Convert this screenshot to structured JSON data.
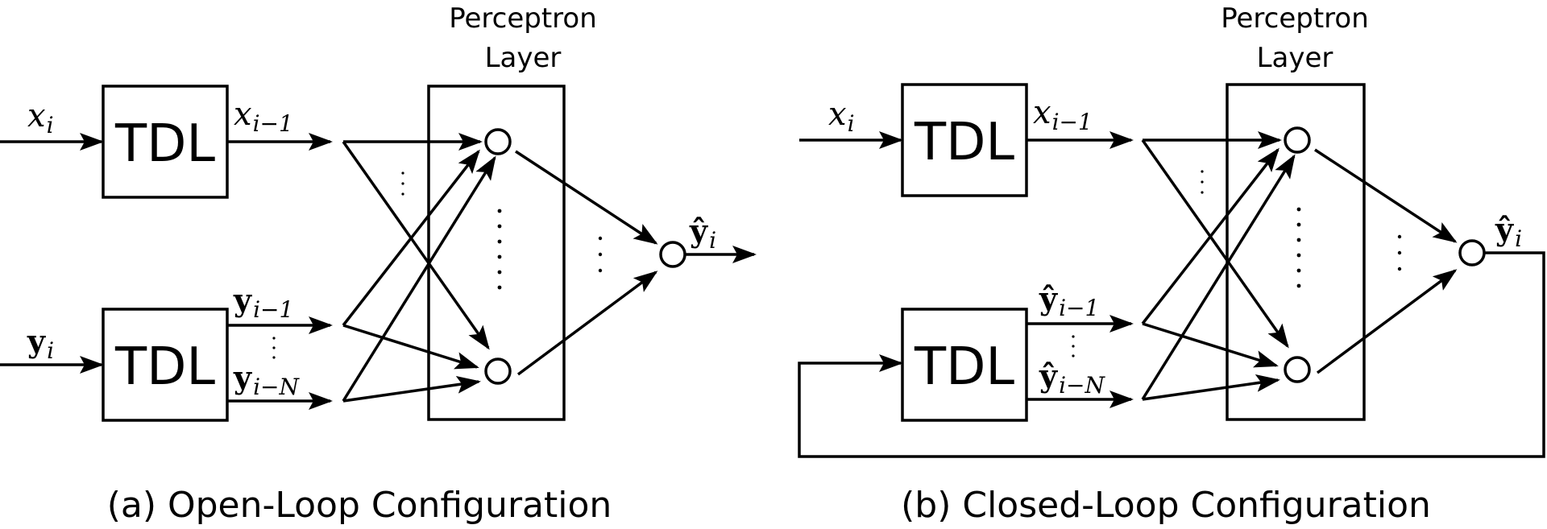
{
  "panels": [
    {
      "id": "open",
      "layer_title_line1": "Perceptron",
      "layer_title_line2": "Layer",
      "tdl_top_label": "TDL",
      "tdl_bottom_label": "TDL",
      "input_x": {
        "base": "x",
        "sub": "i"
      },
      "input_y": {
        "base": "y",
        "sub": "i"
      },
      "out_x_prev": {
        "base": "x",
        "sub": "i−1"
      },
      "out_y_prev": {
        "base": "y",
        "sub": "i−1"
      },
      "out_y_last": {
        "base": "y",
        "sub": "i−N"
      },
      "output": {
        "base": "ŷ",
        "sub": "i"
      },
      "caption": "(a) Open-Loop Configuration"
    },
    {
      "id": "closed",
      "layer_title_line1": "Perceptron",
      "layer_title_line2": "Layer",
      "tdl_top_label": "TDL",
      "tdl_bottom_label": "TDL",
      "input_x": {
        "base": "x",
        "sub": "i"
      },
      "out_x_prev": {
        "base": "x",
        "sub": "i−1"
      },
      "out_y_prev": {
        "base": "ŷ",
        "sub": "i−1"
      },
      "out_y_last": {
        "base": "ŷ",
        "sub": "i−N"
      },
      "output": {
        "base": "ŷ",
        "sub": "i"
      },
      "caption": "(b) Closed-Loop Configuration"
    }
  ]
}
